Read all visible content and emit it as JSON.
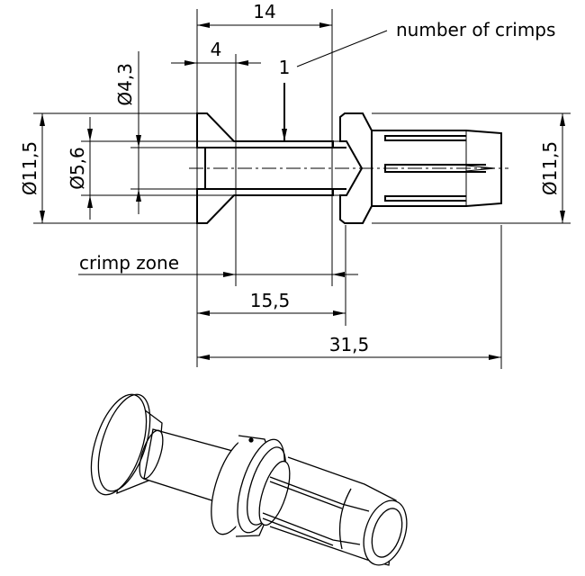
{
  "drawing": {
    "dimensions": {
      "length_14": "14",
      "length_4": "4",
      "crimp_count": "1",
      "crimp_count_label": "number of crimps",
      "dia_4_3": "Ø4,3",
      "dia_11_5_left": "Ø11,5",
      "dia_5_6": "Ø5,6",
      "dia_11_5_right": "Ø11,5",
      "crimp_zone_label": "crimp zone",
      "length_15_5": "15,5",
      "length_31_5": "31,5"
    }
  }
}
